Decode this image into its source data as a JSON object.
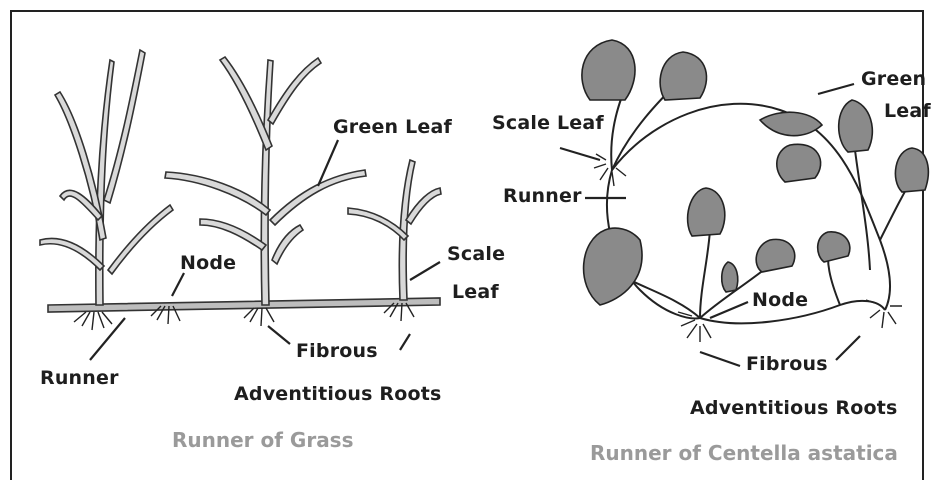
{
  "left": {
    "labels": {
      "green_leaf": "Green Leaf",
      "node": "Node",
      "scale": "Scale",
      "leaf": "Leaf",
      "runner": "Runner",
      "fibrous": "Fibrous",
      "adventitious_roots": "Adventitious Roots"
    },
    "caption": "Runner of Grass"
  },
  "right": {
    "labels": {
      "green": "Green",
      "leaf": "Leaf",
      "scale_leaf": "Scale Leaf",
      "runner": "Runner",
      "node": "Node",
      "fibrous": "Fibrous",
      "adventitious_roots": "Adventitious Roots"
    },
    "caption": "Runner of Centella astatica"
  }
}
